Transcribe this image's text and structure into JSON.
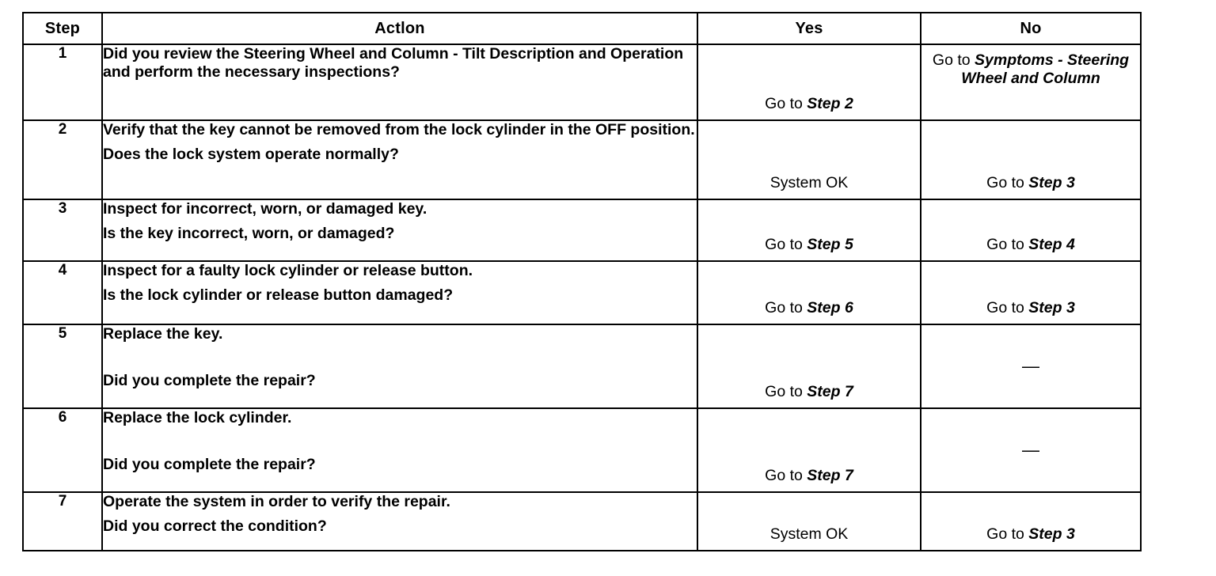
{
  "table": {
    "columns": [
      {
        "key": "step",
        "label": "Step"
      },
      {
        "key": "action",
        "label": "Actlon"
      },
      {
        "key": "yes",
        "label": "Yes"
      },
      {
        "key": "no",
        "label": "No"
      }
    ],
    "rows": [
      {
        "step": "1",
        "action_lines": [
          "Did you review the Steering Wheel and Column - Tilt Description and Operation and perform the necessary inspections?"
        ],
        "yes_prefix": "Go to ",
        "yes_italic": "Step 2",
        "no_prefix": "Go to ",
        "no_italic": "Symptoms - Steering Wheel and Column"
      },
      {
        "step": "2",
        "action_lines": [
          "Verify that the key cannot be removed from the lock cylinder in the OFF position.",
          "Does the lock system operate normally?"
        ],
        "yes_prefix": "System OK",
        "yes_italic": "",
        "no_prefix": "Go to ",
        "no_italic": "Step 3"
      },
      {
        "step": "3",
        "action_lines": [
          "Inspect for incorrect, worn, or damaged key.",
          "Is the key incorrect, worn, or damaged?"
        ],
        "yes_prefix": "Go to ",
        "yes_italic": "Step 5",
        "no_prefix": "Go to ",
        "no_italic": "Step 4"
      },
      {
        "step": "4",
        "action_lines": [
          "Inspect for a faulty lock cylinder or release button.",
          "Is the lock cylinder or release button damaged?"
        ],
        "yes_prefix": "Go to ",
        "yes_italic": "Step 6",
        "no_prefix": "Go to ",
        "no_italic": "Step 3"
      },
      {
        "step": "5",
        "action_lines": [
          "Replace the key.",
          "Did you complete the repair?"
        ],
        "yes_prefix": "Go to ",
        "yes_italic": "Step 7",
        "no_prefix": "—",
        "no_italic": ""
      },
      {
        "step": "6",
        "action_lines": [
          "Replace the lock cylinder.",
          "Did you complete the repair?"
        ],
        "yes_prefix": "Go to ",
        "yes_italic": "Step 7",
        "no_prefix": "—",
        "no_italic": ""
      },
      {
        "step": "7",
        "action_lines": [
          "Operate the system in order to verify the repair.",
          "Did you correct the condition?"
        ],
        "yes_prefix": "System OK",
        "yes_italic": "",
        "no_prefix": "Go to ",
        "no_italic": "Step 3"
      }
    ]
  },
  "colors": {
    "page_background": "#ffffff",
    "text": "#000000",
    "border": "#000000"
  }
}
